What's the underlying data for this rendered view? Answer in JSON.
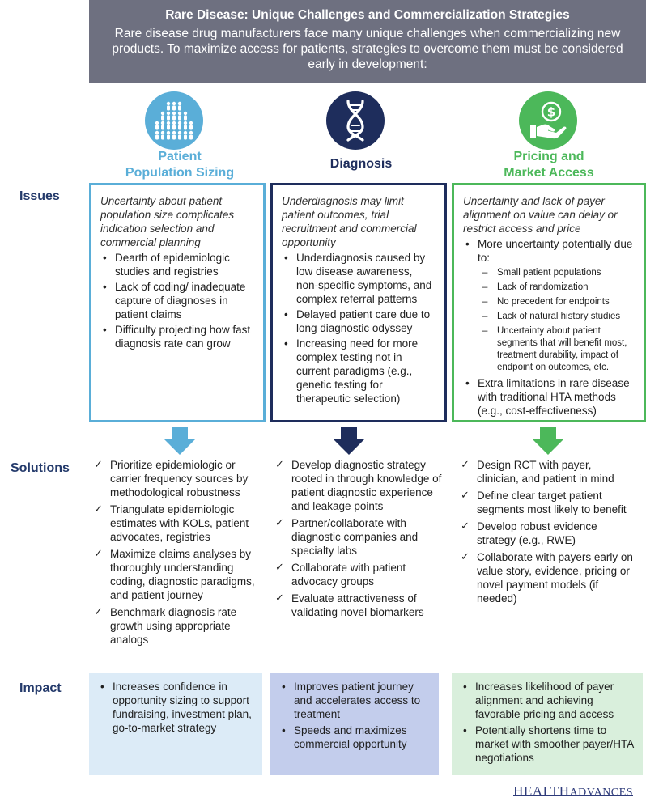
{
  "banner": {
    "title": "Rare Disease: Unique Challenges and Commercialization Strategies",
    "intro": "Rare disease drug manufacturers face many unique challenges when commercializing new products. To maximize access for patients, strategies to overcome them must be considered early in development:"
  },
  "row_labels": {
    "issues": "Issues",
    "solutions": "Solutions",
    "impact": "Impact"
  },
  "colors": {
    "blue": "#5aaed8",
    "navy": "#1e2d5c",
    "green": "#4cb85a",
    "impact_blue": "#dcebf7",
    "impact_navy": "#c3cdec",
    "impact_green": "#d9efdc",
    "banner": "#6e7080"
  },
  "columns": [
    {
      "title_line1": "Patient",
      "title_line2": "Population Sizing",
      "icon": "people-crowd-icon",
      "issue_lead": "Uncertainty about patient population size complicates indication selection and commercial planning",
      "issue_bullets": [
        "Dearth of epidemiologic studies and registries",
        "Lack of coding/ inadequate capture of diagnoses in patient claims",
        "Difficulty projecting how fast diagnosis rate can grow"
      ],
      "solutions": [
        "Prioritize epidemiologic or carrier frequency sources by methodological robustness",
        "Triangulate epidemiologic estimates with KOLs, patient advocates, registries",
        "Maximize claims analyses by thoroughly understanding coding, diagnostic paradigms, and patient journey",
        "Benchmark diagnosis rate growth using appropriate analogs"
      ],
      "impact": [
        "Increases confidence in opportunity sizing to support fundraising, investment plan, go-to-market strategy"
      ]
    },
    {
      "title_line1": "Diagnosis",
      "title_line2": "",
      "icon": "dna-icon",
      "issue_lead": "Underdiagnosis may limit patient outcomes, trial recruitment and commercial opportunity",
      "issue_bullets": [
        "Underdiagnosis caused by low disease awareness, non-specific symptoms, and complex referral patterns",
        "Delayed patient care due to long diagnostic odyssey",
        "Increasing need for more complex testing not in current paradigms (e.g., genetic testing for therapeutic selection)"
      ],
      "solutions": [
        "Develop diagnostic strategy rooted in through knowledge of patient diagnostic experience and leakage points",
        "Partner/collaborate with diagnostic companies and specialty labs",
        "Collaborate with patient advocacy groups",
        "Evaluate attractiveness of validating novel biomarkers"
      ],
      "impact": [
        "Improves patient journey and accelerates access to treatment",
        "Speeds and maximizes commercial opportunity"
      ]
    },
    {
      "title_line1": "Pricing and",
      "title_line2": "Market Access",
      "icon": "money-hand-icon",
      "issue_lead": "Uncertainty and lack of payer alignment on value can delay or restrict access and price",
      "issue_bullet_first": "More uncertainty potentially due to:",
      "issue_dashes": [
        "Small patient populations",
        "Lack of randomization",
        "No precedent for endpoints",
        "Lack of natural history studies",
        "Uncertainty about patient segments that will benefit most, treatment durability, impact of endpoint on outcomes, etc."
      ],
      "issue_bullet_last": "Extra limitations in rare disease with traditional HTA methods (e.g., cost-effectiveness)",
      "solutions": [
        "Design RCT with payer, clinician, and patient in mind",
        "Define clear target patient segments most likely to benefit",
        "Develop robust evidence strategy (e.g., RWE)",
        "Collaborate with payers early on value story, evidence, pricing or novel payment models (if needed)"
      ],
      "impact": [
        "Increases likelihood of payer alignment and achieving favorable pricing and access",
        "Potentially shortens time to market with smoother payer/HTA negotiations"
      ]
    }
  ],
  "logo": {
    "part1": "HEALTH",
    "part2": "ADVANCES"
  }
}
